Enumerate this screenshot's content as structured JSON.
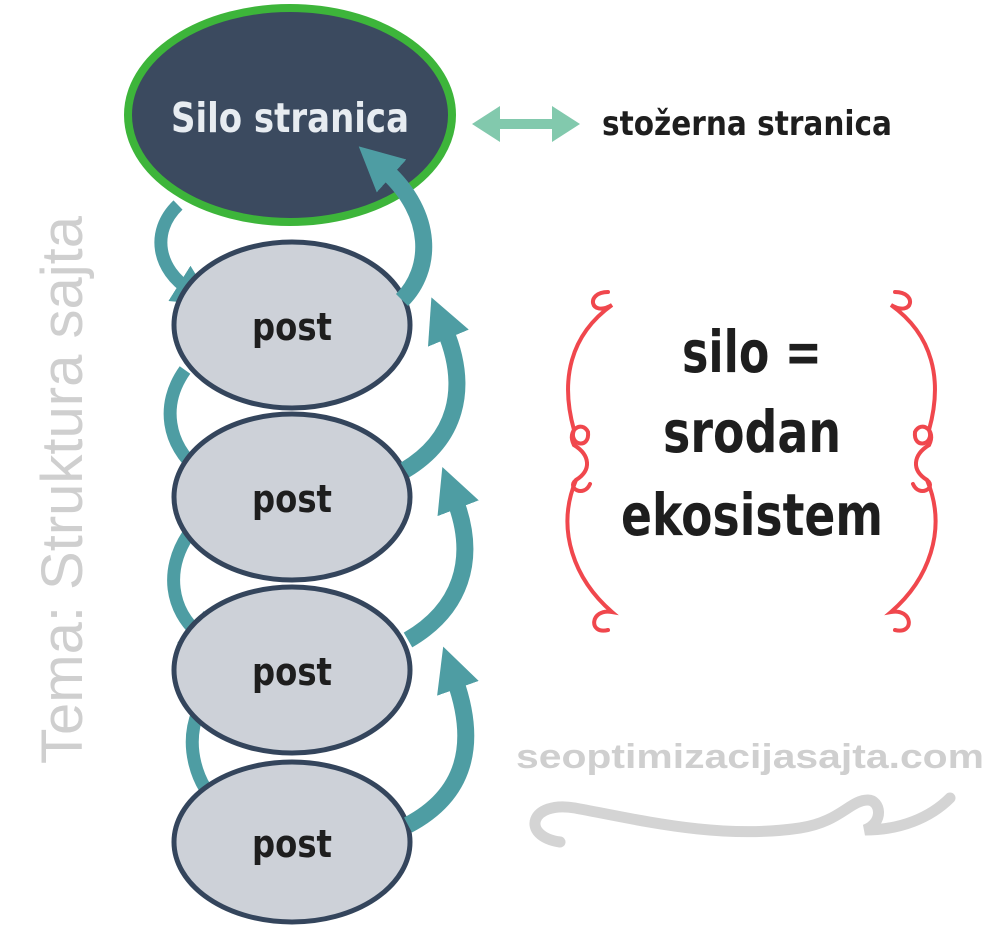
{
  "vertical_title": "Tema: Struktura sajta",
  "silo_node": {
    "label": "Silo stranica"
  },
  "pillar_label": "stožerna stranica",
  "posts": [
    {
      "label": "post"
    },
    {
      "label": "post"
    },
    {
      "label": "post"
    },
    {
      "label": "post"
    }
  ],
  "definition": {
    "line1": "silo =",
    "line2": "srodan",
    "line3": "ekosistem"
  },
  "watermark": "seoptimizacijasajta.com",
  "colors": {
    "silo_fill": "#3b4a5f",
    "silo_border": "#3db53a",
    "post_fill": "#cdd1d8",
    "post_border": "#34455c",
    "arrow": "#4e9da3",
    "double_arrow": "#82c9ad",
    "bracket": "#f0474d",
    "title_gray": "#cfcfcf",
    "text_dark": "#1e1e1e"
  }
}
